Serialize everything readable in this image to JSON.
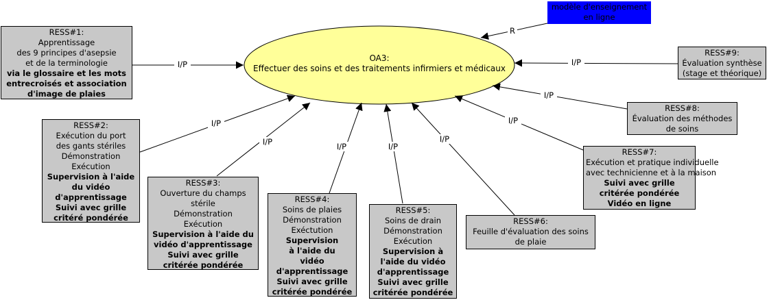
{
  "center": {
    "lines": [
      "OA3:",
      "Effectuer des soins et des traitements infirmiers et médicaux"
    ],
    "fill": "#ffff99"
  },
  "model": {
    "lines": [
      "modèle d'enseignement",
      "en ligne"
    ],
    "fill": "#0000ff",
    "edge_label": "R"
  },
  "edge_label": "I/P",
  "box_fill": "#c8c8c8",
  "resources": [
    {
      "id": "ress1",
      "lines": [
        {
          "t": "RESS#1:",
          "b": false
        },
        {
          "t": "Apprentissage",
          "b": false
        },
        {
          "t": "des 9 principes d'asepsie",
          "b": false
        },
        {
          "t": "et de la terminologie",
          "b": false
        },
        {
          "t": "via le glossaire et les mots",
          "b": true
        },
        {
          "t": "entrecroisés et association",
          "b": true
        },
        {
          "t": "d'image de plaies",
          "b": true
        }
      ]
    },
    {
      "id": "ress2",
      "lines": [
        {
          "t": "RESS#2:",
          "b": false
        },
        {
          "t": "Exécution du port",
          "b": false
        },
        {
          "t": "des gants stériles",
          "b": false
        },
        {
          "t": "Démonstration",
          "b": false
        },
        {
          "t": "Exécution",
          "b": false
        },
        {
          "t": "Supervision à l'aide",
          "b": true
        },
        {
          "t": "du vidéo",
          "b": true
        },
        {
          "t": "d'apprentissage",
          "b": true
        },
        {
          "t": "Suivi avec grille",
          "b": true
        },
        {
          "t": "critéré pondérée",
          "b": true
        }
      ]
    },
    {
      "id": "ress3",
      "lines": [
        {
          "t": "RESS#3:",
          "b": false
        },
        {
          "t": "Ouverture du champs",
          "b": false
        },
        {
          "t": "stérile",
          "b": false
        },
        {
          "t": "Démonstration",
          "b": false
        },
        {
          "t": "Exécution",
          "b": false
        },
        {
          "t": "Supervision à l'aide du",
          "b": true
        },
        {
          "t": "vidéo d'apprentissage",
          "b": true
        },
        {
          "t": "Suivi avec grille",
          "b": true
        },
        {
          "t": "critérée pondérée",
          "b": true
        }
      ]
    },
    {
      "id": "ress4",
      "lines": [
        {
          "t": "RESS#4:",
          "b": false
        },
        {
          "t": "Soins de plaies",
          "b": false
        },
        {
          "t": "Démonstration",
          "b": false
        },
        {
          "t": "Exéctution",
          "b": false
        },
        {
          "t": "Supervision",
          "b": true
        },
        {
          "t": "à l'aide du",
          "b": true
        },
        {
          "t": "vidéo",
          "b": true
        },
        {
          "t": "d'apprentissage",
          "b": true
        },
        {
          "t": "Suivi avec grille",
          "b": true
        },
        {
          "t": "critérée pondérée",
          "b": true
        }
      ]
    },
    {
      "id": "ress5",
      "lines": [
        {
          "t": "RESS#5:",
          "b": false
        },
        {
          "t": "Soins de drain",
          "b": false
        },
        {
          "t": "Démonstration",
          "b": false
        },
        {
          "t": "Exécution",
          "b": false
        },
        {
          "t": "Supervision à",
          "b": true
        },
        {
          "t": "l'aide du vidéo",
          "b": true
        },
        {
          "t": "d'apprentissage",
          "b": true
        },
        {
          "t": "Suivi avec grille",
          "b": true
        },
        {
          "t": "critérée pondérée",
          "b": true
        }
      ]
    },
    {
      "id": "ress6",
      "lines": [
        {
          "t": "RESS#6:",
          "b": false
        },
        {
          "t": "Feuille d'évaluation des soins",
          "b": false
        },
        {
          "t": "de plaie",
          "b": false
        }
      ]
    },
    {
      "id": "ress7",
      "lines": [
        {
          "t": "RESS#7:",
          "b": false
        },
        {
          "t": "Exécution et pratique individuelle",
          "b": false
        },
        {
          "t": "avec technicienne et à la maison",
          "b": false
        },
        {
          "t": "Suivi avec grille",
          "b": true
        },
        {
          "t": "critérée pondérée",
          "b": true
        },
        {
          "t": "Vidéo en ligne",
          "b": true
        }
      ]
    },
    {
      "id": "ress8",
      "lines": [
        {
          "t": "RESS#8:",
          "b": false
        },
        {
          "t": "Évaluation des méthodes",
          "b": false
        },
        {
          "t": "de soins",
          "b": false
        }
      ]
    },
    {
      "id": "ress9",
      "lines": [
        {
          "t": "RESS#9:",
          "b": false
        },
        {
          "t": "Évaluation synthèse",
          "b": false
        },
        {
          "t": "(stage et théorique)",
          "b": false
        }
      ]
    }
  ]
}
